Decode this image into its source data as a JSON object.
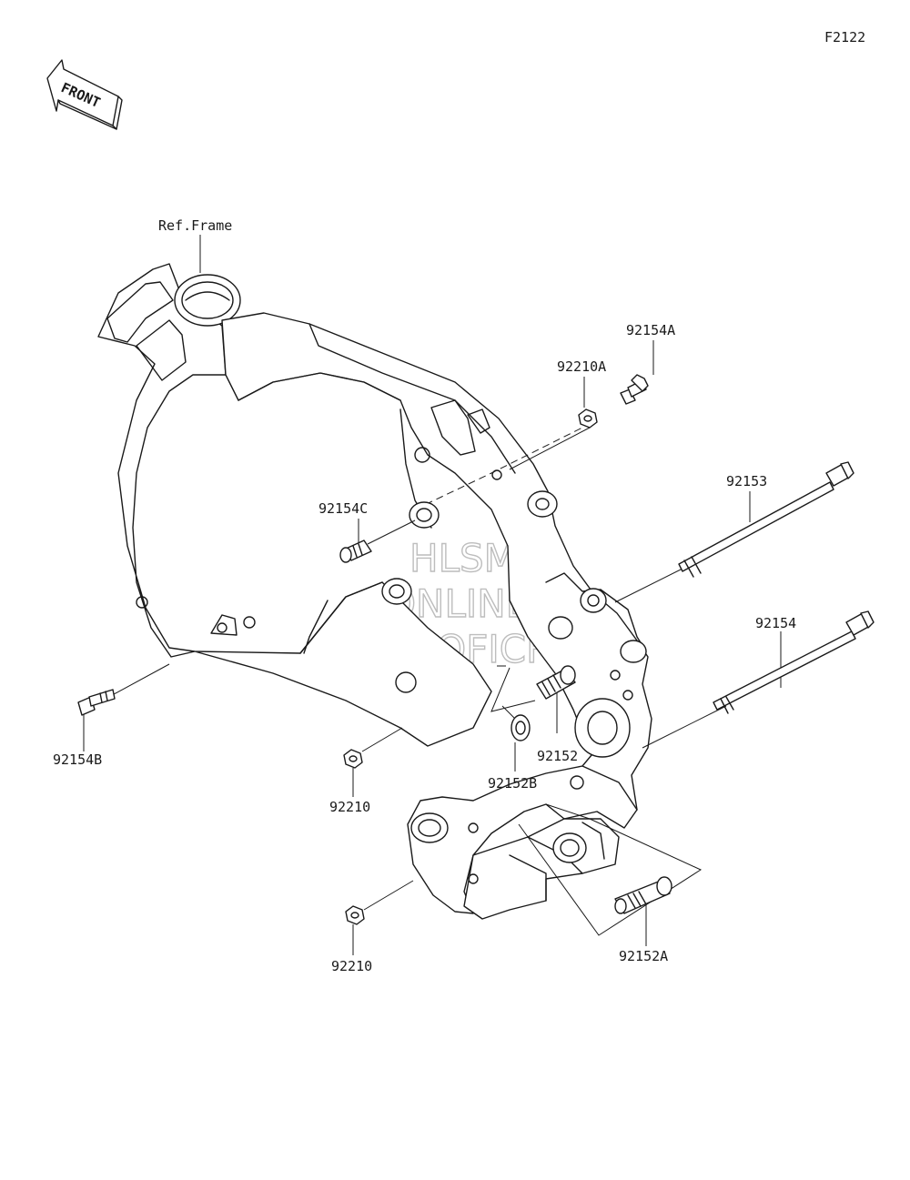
{
  "diagram": {
    "code": "F2122",
    "front_label": "FRONT",
    "ref_label": "Ref.Frame",
    "watermark": [
      "HLSM",
      "ONLINE",
      "MICROFICHE"
    ],
    "parts": {
      "p92154A": "92154A",
      "p92210A": "92210A",
      "p92153": "92153",
      "p92154C": "92154C",
      "p92154": "92154",
      "p92154B": "92154B",
      "p92152": "92152",
      "p92152B": "92152B",
      "p92210_upper": "92210",
      "p92210_lower": "92210",
      "p92152A": "92152A"
    }
  }
}
